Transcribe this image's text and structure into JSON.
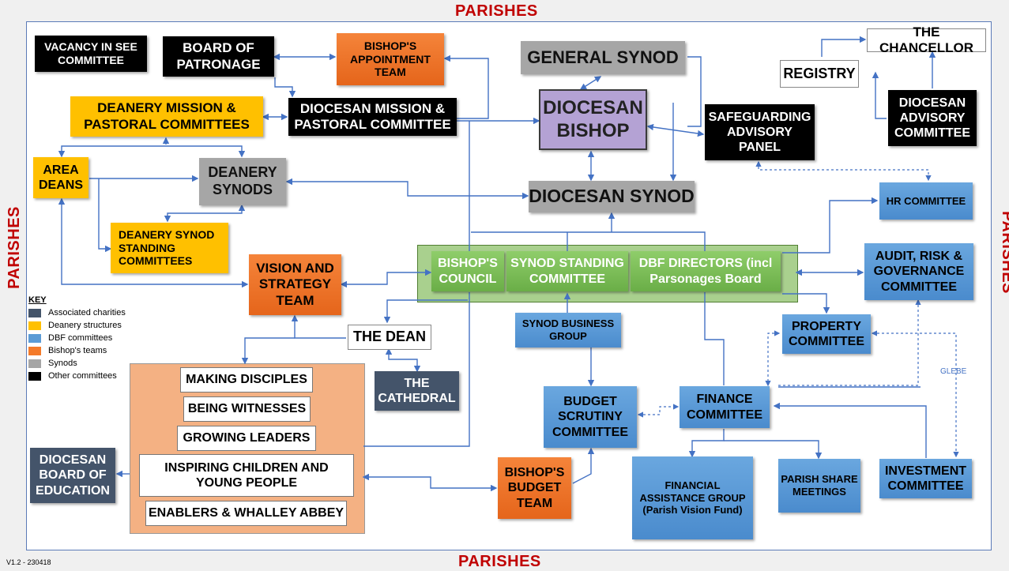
{
  "edges": {
    "top": "PARISHES",
    "bottom": "PARISHES",
    "left": "PARISHES",
    "right": "PARISHES"
  },
  "boxes": {
    "vacancy": "VACANCY IN SEE COMMITTEE",
    "patronage": "BOARD OF PATRONAGE",
    "appointment": "BISHOP'S APPOINTMENT TEAM",
    "general_synod": "GENERAL SYNOD",
    "chancellor": "THE CHANCELLOR",
    "registry": "REGISTRY",
    "deanery_mission": "DEANERY MISSION & PASTORAL COMMITTEES",
    "diocesan_mission": "DIOCESAN MISSION & PASTORAL COMMITTEE",
    "bishop": "DIOCESAN BISHOP",
    "safeguarding": "SAFEGUARDING ADVISORY PANEL",
    "dac": "DIOCESAN ADVISORY COMMITTEE",
    "area_deans": "AREA DEANS",
    "deanery_synods": "DEANERY SYNODS",
    "diocesan_synod": "DIOCESAN SYNOD",
    "hr": "HR COMMITTEE",
    "deanery_standing": "DEANERY SYNOD STANDING COMMITTEES",
    "vision": "VISION AND STRATEGY TEAM",
    "bishops_council": "BISHOP'S COUNCIL",
    "synod_standing": "SYNOD STANDING COMMITTEE",
    "dbf_directors": "DBF DIRECTORS (incl Parsonages Board",
    "audit": "AUDIT, RISK & GOVERNANCE COMMITTEE",
    "synod_business": "SYNOD BUSINESS GROUP",
    "property": "PROPERTY COMMITTEE",
    "dean": "THE DEAN",
    "cathedral": "THE CATHEDRAL",
    "budget_scrutiny": "BUDGET SCRUTINY COMMITTEE",
    "finance": "FINANCE COMMITTEE",
    "education": "DIOCESAN BOARD OF EDUCATION",
    "budget_team": "BISHOP'S BUDGET TEAM",
    "financial_assistance": "FINANCIAL ASSISTANCE GROUP (Parish Vision Fund)",
    "parish_share": "PARISH SHARE MEETINGS",
    "investment": "INVESTMENT COMMITTEE"
  },
  "bishops_teams": [
    "MAKING DISCIPLES",
    "BEING WITNESSES",
    "GROWING LEADERS",
    "INSPIRING CHILDREN AND YOUNG PEOPLE",
    "ENABLERS & WHALLEY ABBEY"
  ],
  "glebe_label": "GLEBE",
  "key": {
    "title": "KEY",
    "items": [
      {
        "label": "Associated charities",
        "color": "#44546a"
      },
      {
        "label": "Deanery structures",
        "color": "#ffc000"
      },
      {
        "label": "DBF committees",
        "color": "#5b9bd5"
      },
      {
        "label": "Bishop's teams",
        "color": "#f47a29"
      },
      {
        "label": "Synods",
        "color": "#a6a6a6"
      },
      {
        "label": "Other committees",
        "color": "#000000"
      }
    ]
  },
  "version": "V1.2 - 230418"
}
